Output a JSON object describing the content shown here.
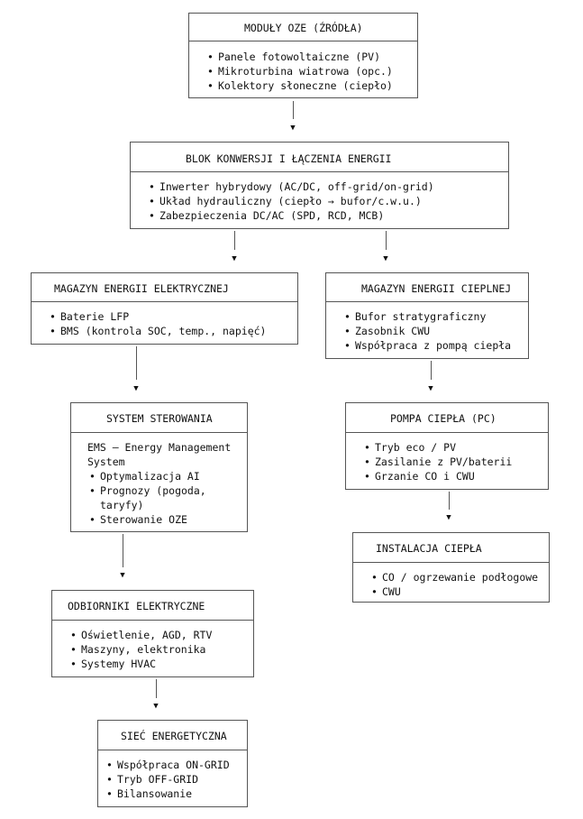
{
  "boxes": {
    "oze": {
      "title": "MODUŁY OZE (ŹRÓDŁA)",
      "items": [
        "Panele fotowoltaiczne (PV)",
        "Mikroturbina wiatrowa (opc.)",
        "Kolektory słoneczne (ciepło)"
      ]
    },
    "konwersja": {
      "title": "BLOK KONWERSJI I ŁĄCZENIA ENERGII",
      "items": [
        "Inwerter hybrydowy (AC/DC, off-grid/on-grid)",
        "Układ hydrauliczny (ciepło → bufor/c.w.u.)",
        "Zabezpieczenia DC/AC (SPD, RCD, MCB)"
      ]
    },
    "magazyn_el": {
      "title": "MAGAZYN ENERGII ELEKTRYCZNEJ",
      "items": [
        "Baterie LFP",
        "BMS (kontrola SOC, temp., napięć)"
      ]
    },
    "magazyn_ciep": {
      "title": "MAGAZYN ENERGII CIEPLNEJ",
      "items": [
        "Bufor stratygraficzny",
        "Zasobnik CWU",
        "Współpraca z pompą ciepła"
      ]
    },
    "sterowanie": {
      "title": "SYSTEM STEROWANIA",
      "intro": "EMS – Energy Management System",
      "items": [
        "Optymalizacja AI",
        "Prognozy (pogoda, taryfy)",
        "Sterowanie OZE"
      ]
    },
    "pompa": {
      "title": "POMPA CIEPŁA (PC)",
      "items": [
        "Tryb eco / PV",
        "Zasilanie z PV/baterii",
        "Grzanie CO i CWU"
      ]
    },
    "instalacja": {
      "title": "INSTALACJA CIEPŁA",
      "items": [
        "CO / ogrzewanie podłogowe",
        "CWU"
      ]
    },
    "odbiorniki": {
      "title": "ODBIORNIKI ELEKTRYCZNE",
      "items": [
        "Oświetlenie, AGD, RTV",
        "Maszyny, elektronika",
        "Systemy HVAC"
      ]
    },
    "siec": {
      "title": "SIEĆ ENERGETYCZNA",
      "items": [
        "Współpraca ON-GRID",
        "Tryb OFF-GRID",
        "Bilansowanie"
      ]
    }
  },
  "arrow_glyph": "▼"
}
